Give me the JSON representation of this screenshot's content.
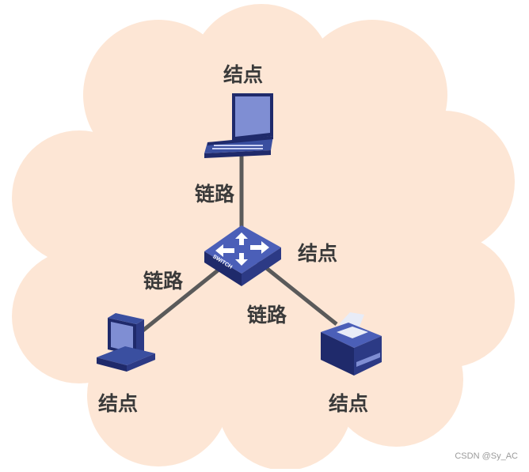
{
  "colors": {
    "cloud": "#fde6d5",
    "link_line": "#5a5a5a",
    "device_blue": "#3a4fa0",
    "device_dark": "#1f2a6b",
    "device_light": "#7f8ed3"
  },
  "labels": {
    "node_top": "结点",
    "node_switch": "结点",
    "node_bottom_left": "结点",
    "node_bottom_right": "结点",
    "link_top": "链路",
    "link_left": "链路",
    "link_right": "链路"
  },
  "devices": {
    "switch_text": "SWITCH",
    "laptop_icon": "laptop-icon",
    "switch_icon": "switch-icon",
    "desktop_icon": "desktop-computer-icon",
    "printer_icon": "printer-icon"
  },
  "watermark": "CSDN @Sy_AC"
}
